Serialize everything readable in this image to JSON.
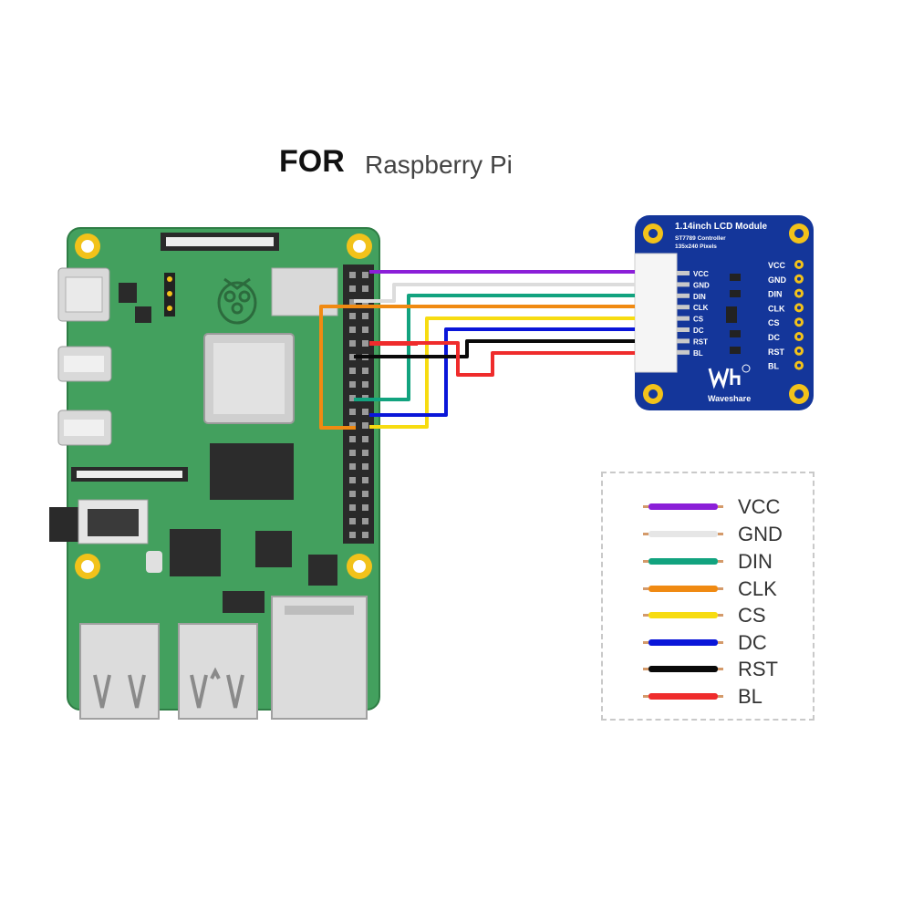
{
  "title": {
    "prefix": "FOR",
    "text": "Raspberry Pi"
  },
  "lcd_module": {
    "name": "1.14inch LCD Module",
    "controller": "ST7789 Controller",
    "resolution": "135x240 Pixels",
    "brand": "Waveshare",
    "pins": [
      "VCC",
      "GND",
      "DIN",
      "CLK",
      "CS",
      "DC",
      "RST",
      "BL"
    ]
  },
  "wires": [
    {
      "label": "VCC",
      "color": "#8b1fd8"
    },
    {
      "label": "GND",
      "color": "#e6e6e6"
    },
    {
      "label": "DIN",
      "color": "#12a37f"
    },
    {
      "label": "CLK",
      "color": "#f08a12"
    },
    {
      "label": "CS",
      "color": "#f7dc11"
    },
    {
      "label": "DC",
      "color": "#0a16d9"
    },
    {
      "label": "RST",
      "color": "#0a0a0a"
    },
    {
      "label": "BL",
      "color": "#ef2c2c"
    }
  ],
  "colors": {
    "board_green": "#43a05e",
    "board_dark": "#2e7d45",
    "lcd_blue": "#14369a",
    "mount_gold": "#f2c21a"
  }
}
